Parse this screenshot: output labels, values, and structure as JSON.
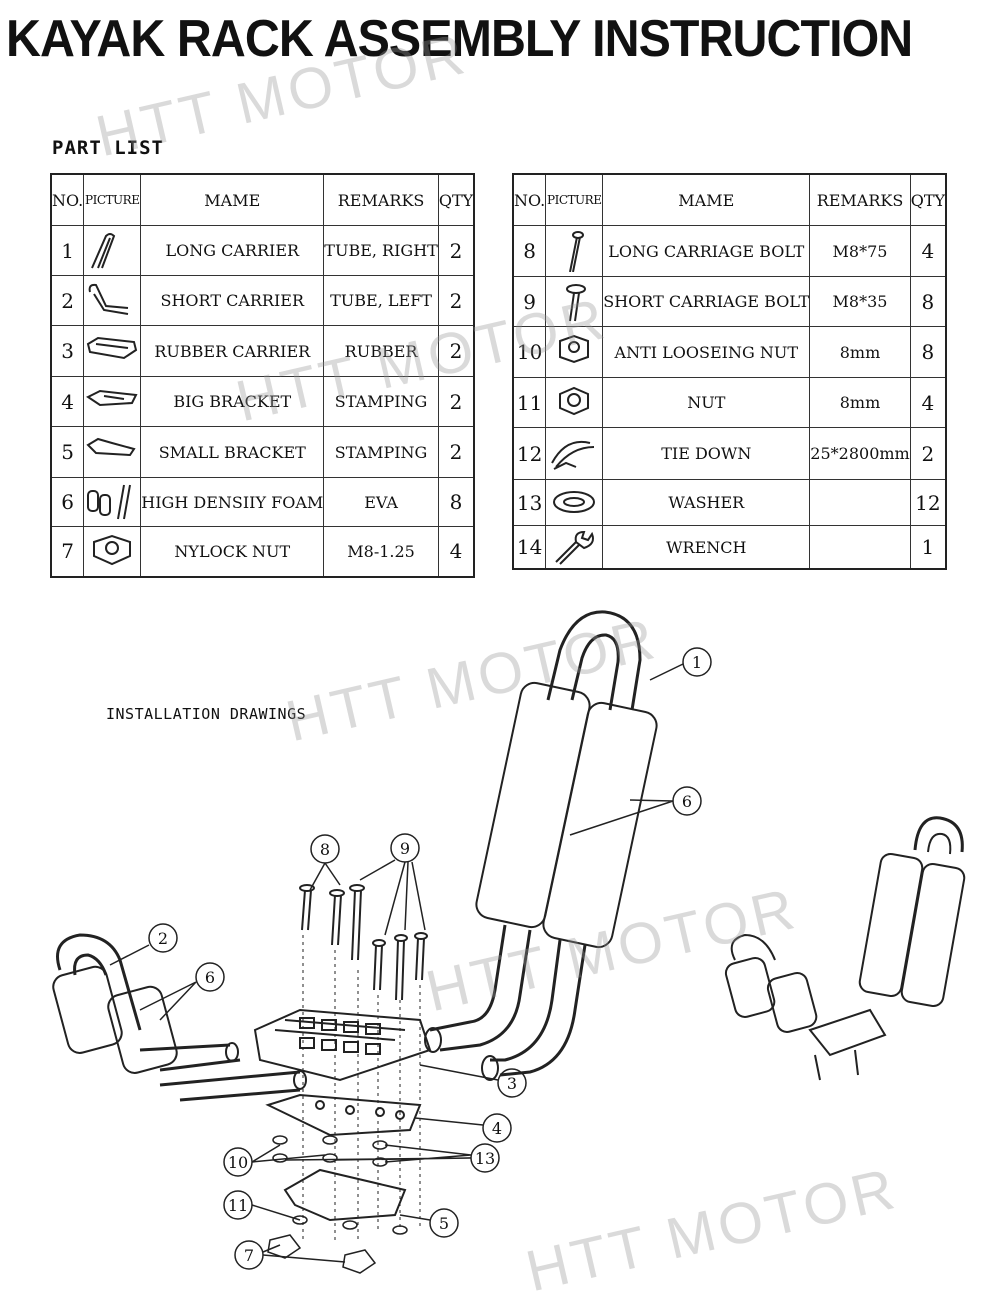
{
  "title": "KAYAK RACK ASSEMBLY INSTRUCTION",
  "part_list_label": "PART LIST",
  "headers": {
    "no": "NO.",
    "picture": "PICTURE",
    "name": "MAME",
    "remarks": "REMARKS",
    "qty": "QTY"
  },
  "parts_left": [
    {
      "no": "1",
      "name": "LONG CARRIER",
      "remarks": "TUBE, RIGHT",
      "qty": "2",
      "icon": "long-carrier-icon"
    },
    {
      "no": "2",
      "name": "SHORT CARRIER",
      "remarks": "TUBE, LEFT",
      "qty": "2",
      "icon": "short-carrier-icon"
    },
    {
      "no": "3",
      "name": "RUBBER CARRIER",
      "remarks": "RUBBER",
      "qty": "2",
      "icon": "rubber-carrier-icon"
    },
    {
      "no": "4",
      "name": "BIG BRACKET",
      "remarks": "STAMPING",
      "qty": "2",
      "icon": "big-bracket-icon"
    },
    {
      "no": "5",
      "name": "SMALL BRACKET",
      "remarks": "STAMPING",
      "qty": "2",
      "icon": "small-bracket-icon"
    },
    {
      "no": "6",
      "name": "HIGH DENSIIY FOAM",
      "remarks": "EVA",
      "qty": "8",
      "icon": "foam-icon"
    },
    {
      "no": "7",
      "name": "NYLOCK NUT",
      "remarks": "M8-1.25",
      "qty": "4",
      "icon": "nylock-nut-icon"
    }
  ],
  "parts_right": [
    {
      "no": "8",
      "name": "LONG CARRIAGE BOLT",
      "remarks": "M8*75",
      "qty": "4",
      "icon": "long-bolt-icon"
    },
    {
      "no": "9",
      "name": "SHORT CARRIAGE BOLT",
      "remarks": "M8*35",
      "qty": "8",
      "icon": "short-bolt-icon"
    },
    {
      "no": "10",
      "name": "ANTI LOOSEING NUT",
      "remarks": "8mm",
      "qty": "8",
      "icon": "anti-loosening-nut-icon"
    },
    {
      "no": "11",
      "name": "NUT",
      "remarks": "8mm",
      "qty": "4",
      "icon": "nut-icon"
    },
    {
      "no": "12",
      "name": "TIE DOWN",
      "remarks": "25*2800mm",
      "qty": "2",
      "icon": "tie-down-icon"
    },
    {
      "no": "13",
      "name": "WASHER",
      "remarks": "",
      "qty": "12",
      "icon": "washer-icon"
    },
    {
      "no": "14",
      "name": "WRENCH",
      "remarks": "",
      "qty": "1",
      "icon": "wrench-icon"
    }
  ],
  "installation_label": "INSTALLATION DRAWINGS",
  "callouts": [
    "1",
    "2",
    "3",
    "4",
    "5",
    "6",
    "6",
    "7",
    "8",
    "9",
    "10",
    "11",
    "13"
  ],
  "watermark": "HTT MOTOR"
}
